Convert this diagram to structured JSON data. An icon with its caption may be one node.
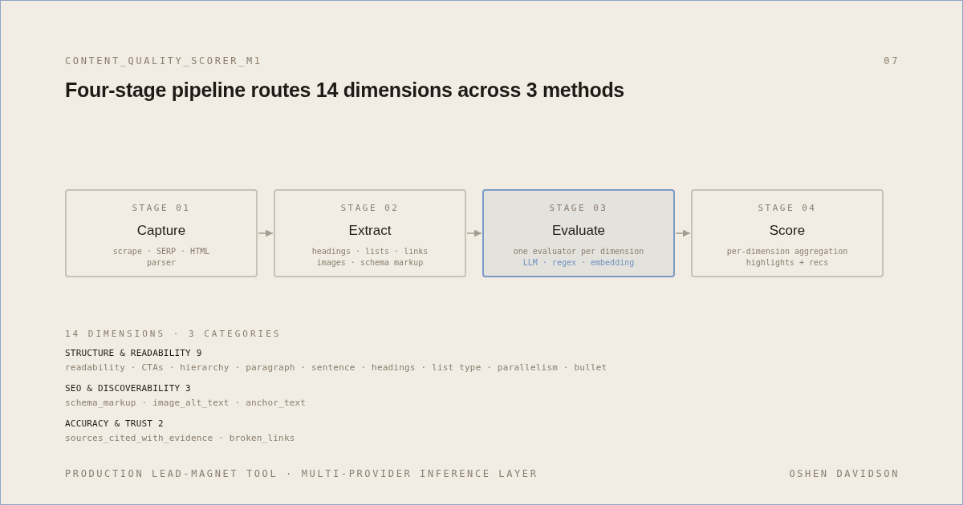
{
  "diagram": {
    "title": "Four-stage pipeline routes 14 dimensions across 3 methods",
    "nodes": [
      {
        "text": [
          "STAGE 01",
          "Capture",
          "scrape · SERP · HTML parser"
        ]
      },
      {
        "text": [
          "STAGE 02",
          "Extract",
          "headings · lists · links",
          "images · schema markup"
        ]
      },
      {
        "text": [
          "STAGE 03",
          "Evaluate",
          "one evaluator per dimension",
          "LLM · regex · embedding"
        ]
      },
      {
        "text": [
          "STAGE 04",
          "Score",
          "per-dimension aggregation",
          "highlights + recs"
        ]
      }
    ],
    "edges": [
      {
        "from": 0,
        "to": 1,
        "arrow": "to"
      },
      {
        "from": 1,
        "to": 2,
        "arrow": "to"
      },
      {
        "from": 2,
        "to": 3,
        "arrow": "to"
      }
    ],
    "labels": [
      "CONTENT_QUALITY_SCORER_M1",
      "07",
      "14 DIMENSIONS · 3 CATEGORIES",
      "STRUCTURE & READABILITY 9",
      "readability · CTAs · hierarchy · paragraph · sentence · headings · list type · parallelism · bullet",
      "SEO & DISCOVERABILITY 3",
      "schema_markup · image_alt_text · anchor_text",
      "ACCURACY & TRUST 2",
      "sources_cited_with_evidence · broken_links",
      "PRODUCTION LEAD-MAGNET TOOL · MULTI-PROVIDER INFERENCE LAYER",
      "OSHEN DAVIDSON"
    ]
  }
}
